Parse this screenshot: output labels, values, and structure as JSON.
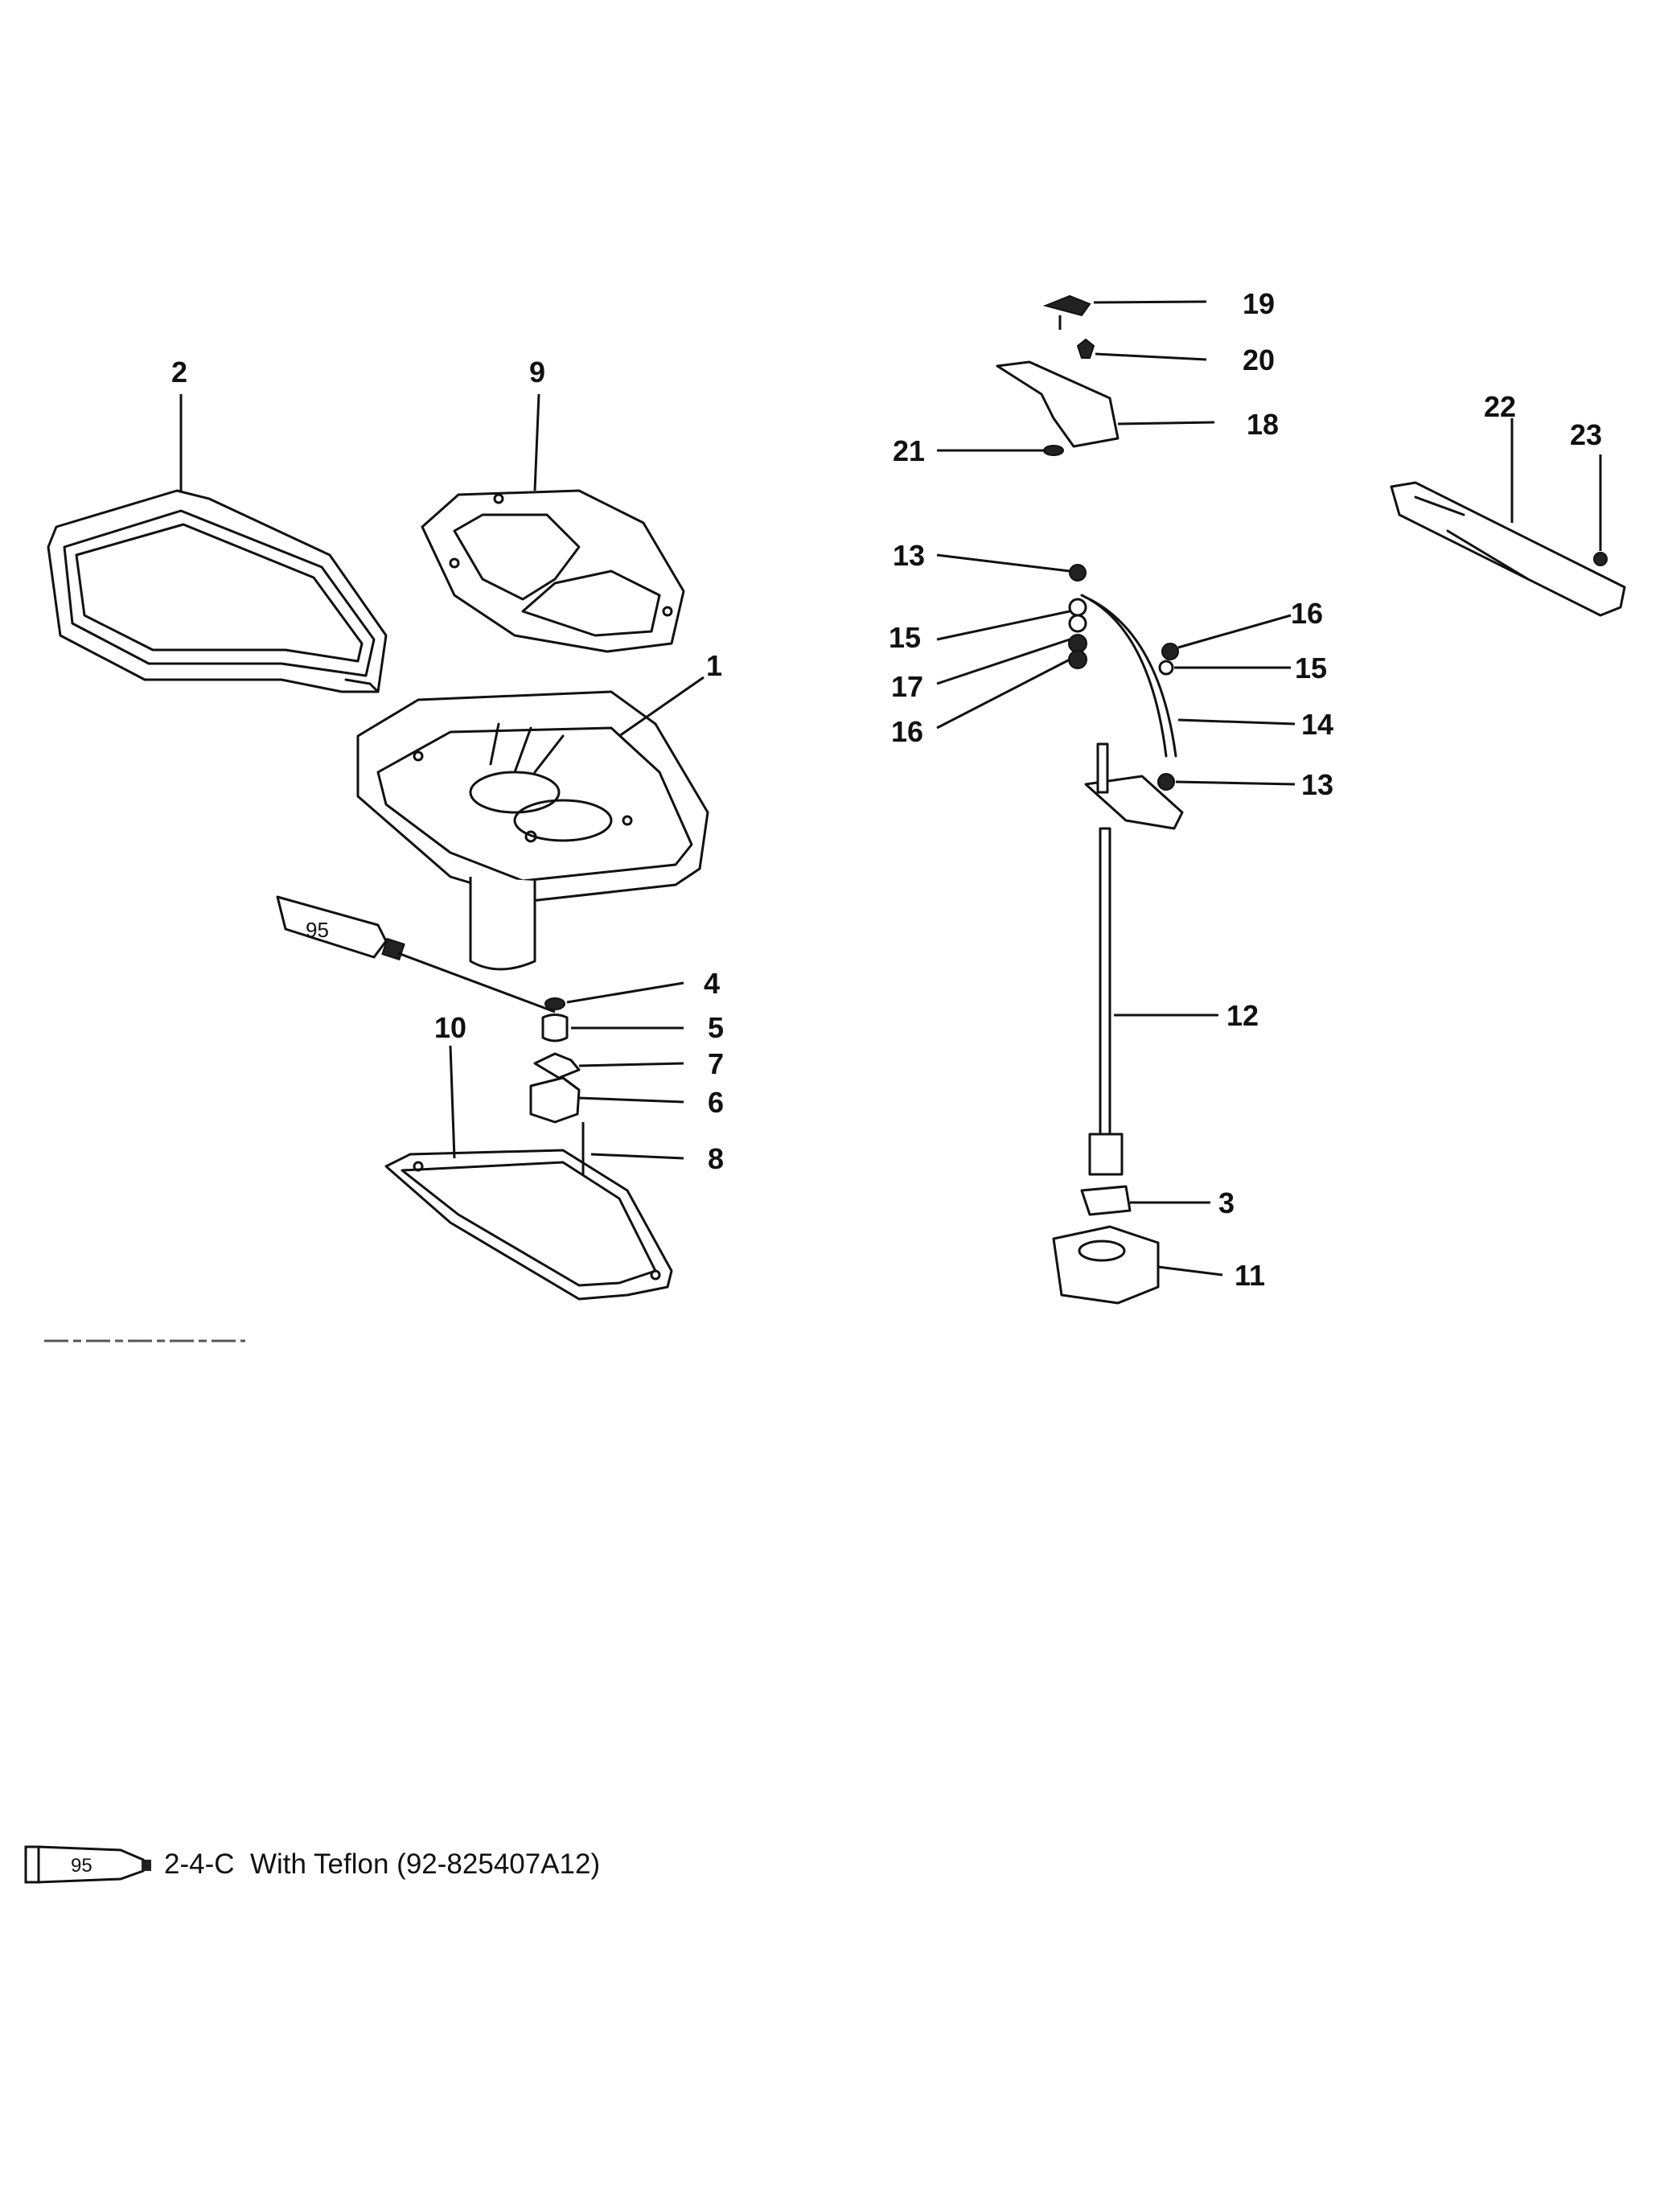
{
  "diagram": {
    "callouts": {
      "c1": "1",
      "c2": "2",
      "c3": "3",
      "c4": "4",
      "c5": "5",
      "c6": "6",
      "c7": "7",
      "c8": "8",
      "c9": "9",
      "c10": "10",
      "c11": "11",
      "c12": "12",
      "c13a": "13",
      "c13b": "13",
      "c14": "14",
      "c15a": "15",
      "c15b": "15",
      "c16a": "16",
      "c16b": "16",
      "c17": "17",
      "c18": "18",
      "c19": "19",
      "c20": "20",
      "c21": "21",
      "c22": "22",
      "c23": "23"
    },
    "sealant_tube_label": "95"
  },
  "legend": {
    "tube_label": "95",
    "text": "2-4-C  With Teflon (92-825407A12)"
  }
}
